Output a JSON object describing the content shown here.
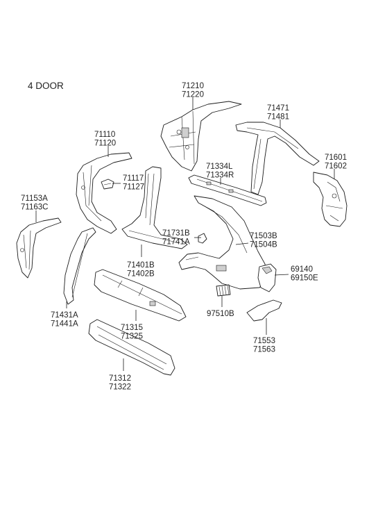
{
  "title": "4 DOOR",
  "callouts": [
    {
      "id": "c1",
      "lines": [
        "71210",
        "71220"
      ]
    },
    {
      "id": "c2",
      "lines": [
        "71471",
        "71481"
      ]
    },
    {
      "id": "c3",
      "lines": [
        "71110",
        "71120"
      ]
    },
    {
      "id": "c4",
      "lines": [
        "71117",
        "71127"
      ]
    },
    {
      "id": "c5",
      "lines": [
        "71334L",
        "71334R"
      ]
    },
    {
      "id": "c6",
      "lines": [
        "71601",
        "71602"
      ]
    },
    {
      "id": "c7",
      "lines": [
        "71153A",
        "71163C"
      ]
    },
    {
      "id": "c8",
      "lines": [
        "71731B",
        "71741A"
      ]
    },
    {
      "id": "c9",
      "lines": [
        "71503B",
        "71504B"
      ]
    },
    {
      "id": "c10",
      "lines": [
        "71401B",
        "71402B"
      ]
    },
    {
      "id": "c11",
      "lines": [
        "69140",
        "69150E"
      ]
    },
    {
      "id": "c12",
      "lines": [
        "71431A",
        "71441A"
      ]
    },
    {
      "id": "c13",
      "lines": [
        "71315",
        "71325"
      ]
    },
    {
      "id": "c14",
      "lines": [
        "97510B"
      ]
    },
    {
      "id": "c15",
      "lines": [
        "71553",
        "71563"
      ]
    },
    {
      "id": "c16",
      "lines": [
        "71312",
        "71322"
      ]
    }
  ]
}
